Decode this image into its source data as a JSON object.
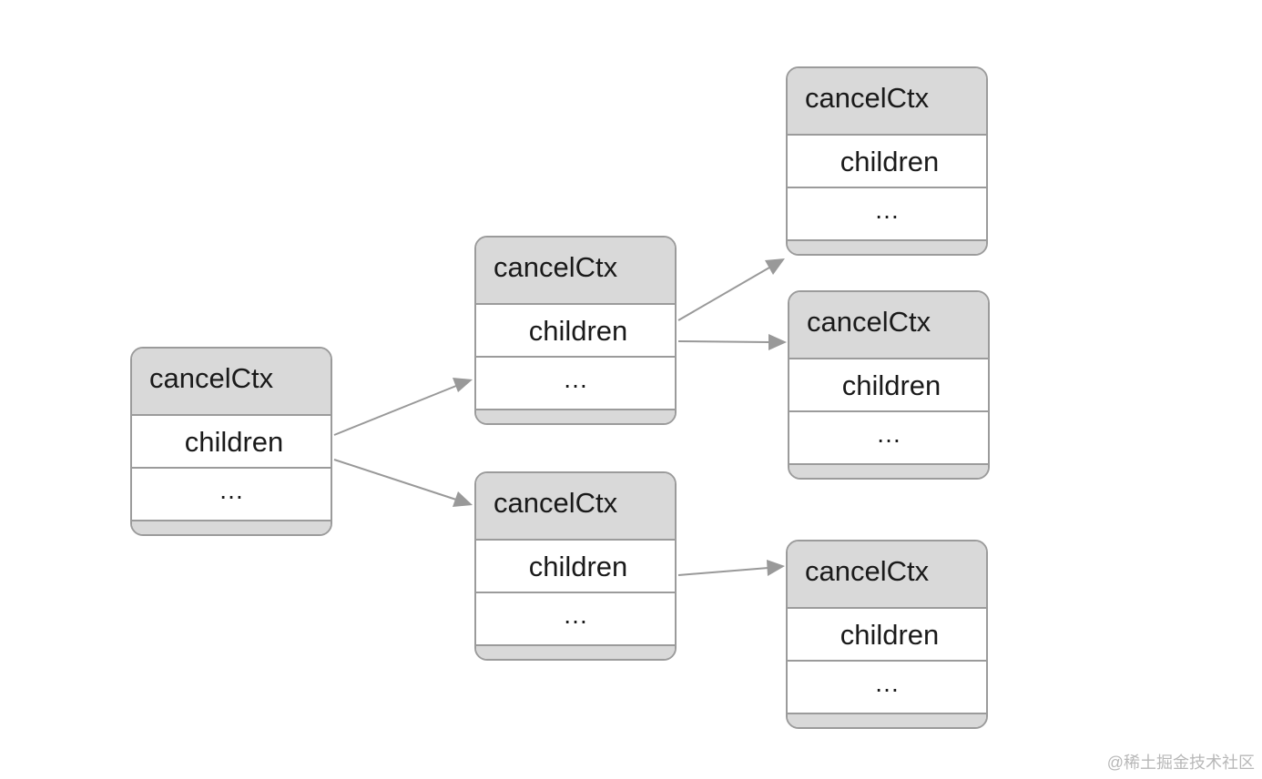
{
  "nodes": [
    {
      "title": "cancelCtx",
      "field1": "children",
      "field2": "…"
    },
    {
      "title": "cancelCtx",
      "field1": "children",
      "field2": "…"
    },
    {
      "title": "cancelCtx",
      "field1": "children",
      "field2": "…"
    },
    {
      "title": "cancelCtx",
      "field1": "children",
      "field2": "…"
    },
    {
      "title": "cancelCtx",
      "field1": "children",
      "field2": "…"
    },
    {
      "title": "cancelCtx",
      "field1": "children",
      "field2": "…"
    }
  ],
  "edges": [
    {
      "from": 0,
      "to": 1
    },
    {
      "from": 0,
      "to": 2
    },
    {
      "from": 1,
      "to": 3
    },
    {
      "from": 1,
      "to": 4
    },
    {
      "from": 2,
      "to": 5
    }
  ],
  "colors": {
    "border": "#9b9b9b",
    "header_fill": "#d9d9d9",
    "arrow": "#999999",
    "text": "#1a1a1a",
    "watermark": "#b8b8b8"
  },
  "watermark": "@稀土掘金技术社区"
}
